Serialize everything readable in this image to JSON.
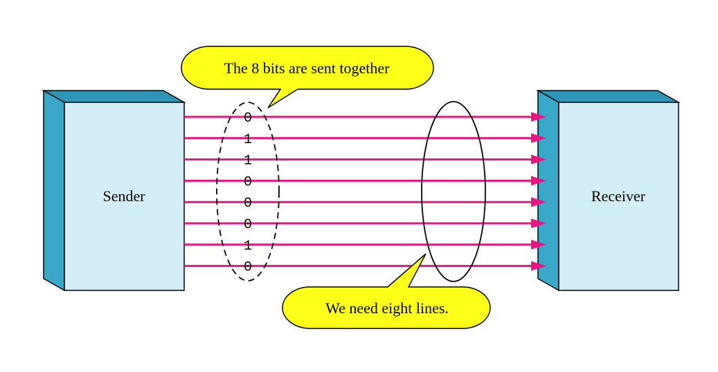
{
  "sender": {
    "label": "Sender"
  },
  "receiver": {
    "label": "Receiver"
  },
  "callout_top": {
    "text": "The 8 bits are sent together"
  },
  "callout_bottom": {
    "text": "We need eight lines."
  },
  "bits": [
    "0",
    "1",
    "1",
    "0",
    "0",
    "0",
    "1",
    "0"
  ],
  "colors": {
    "box_front": "#d3eef6",
    "box_side": "#3aa9c9",
    "box_top": "#2f95b5",
    "line": "#e6157f",
    "callout_fill": "#ffff1a"
  }
}
